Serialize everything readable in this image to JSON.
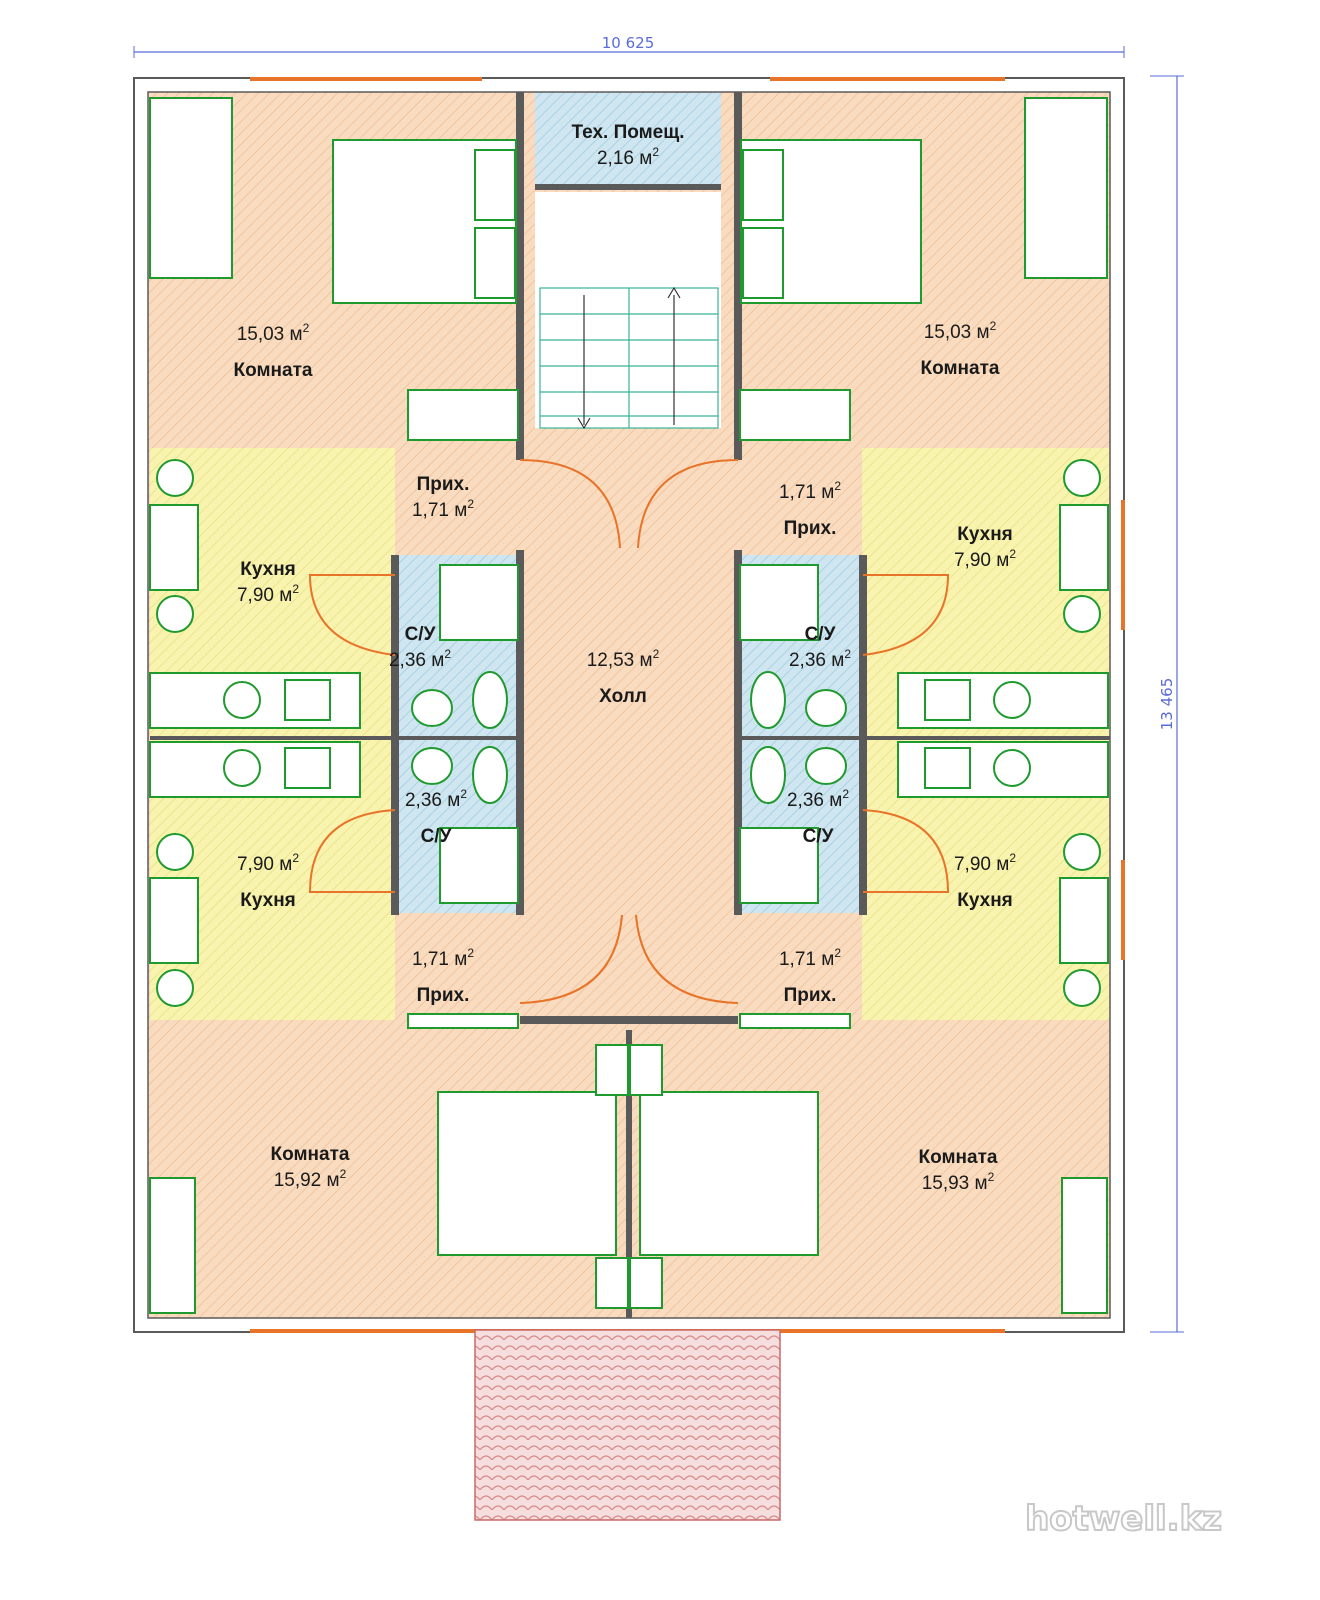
{
  "dimensions": {
    "width": "10 625",
    "height": "13 465"
  },
  "rooms": [
    {
      "name": "Тех. Помещ.",
      "area": "2,16 м",
      "sup": "2"
    },
    {
      "name": "Комната",
      "area": "15,03 м",
      "sup": "2"
    },
    {
      "name": "Комната",
      "area": "15,03 м",
      "sup": "2"
    },
    {
      "name": "Прих.",
      "area": "1,71 м",
      "sup": "2"
    },
    {
      "name": "Прих.",
      "area": "1,71 м",
      "sup": "2"
    },
    {
      "name": "Кухня",
      "area": "7,90 м",
      "sup": "2"
    },
    {
      "name": "Кухня",
      "area": "7,90 м",
      "sup": "2"
    },
    {
      "name": "С/У",
      "area": "2,36 м",
      "sup": "2"
    },
    {
      "name": "С/У",
      "area": "2,36 м",
      "sup": "2"
    },
    {
      "name": "Холл",
      "area": "12,53 м",
      "sup": "2"
    },
    {
      "name": "С/У",
      "area": "2,36 м",
      "sup": "2"
    },
    {
      "name": "С/У",
      "area": "2,36 м",
      "sup": "2"
    },
    {
      "name": "Кухня",
      "area": "7,90 м",
      "sup": "2"
    },
    {
      "name": "Кухня",
      "area": "7,90 м",
      "sup": "2"
    },
    {
      "name": "Прих.",
      "area": "1,71 м",
      "sup": "2"
    },
    {
      "name": "Прих.",
      "area": "1,71 м",
      "sup": "2"
    },
    {
      "name": "Комната",
      "area": "15,92 м",
      "sup": "2"
    },
    {
      "name": "Комната",
      "area": "15,93 м",
      "sup": "2"
    }
  ],
  "watermark": "hotwell.kz",
  "colors": {
    "room_floor": "#f9dcc0",
    "kitchen_floor": "#f6f2a8",
    "bath_floor": "#cfe6f0",
    "furniture": "#1f9a2e",
    "door": "#e8742a",
    "wall": "#5a5a5a",
    "dimension": "#5a6bd8"
  }
}
